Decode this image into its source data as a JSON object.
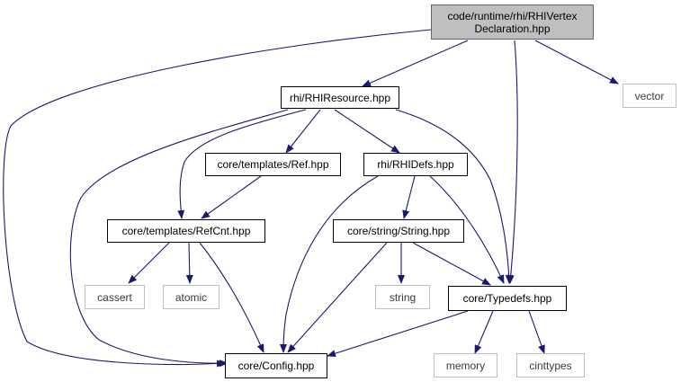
{
  "colors": {
    "edge": "#191970",
    "root_fill": "#bfbfbf",
    "external_border": "#bfbfbf",
    "node_border": "#000000"
  },
  "nodes": {
    "root": {
      "line1": "code/runtime/rhi/RHIVertex",
      "line2": "Declaration.hpp"
    },
    "rhiresource": {
      "label": "rhi/RHIResource.hpp"
    },
    "vector": {
      "label": "vector"
    },
    "ref": {
      "label": "core/templates/Ref.hpp"
    },
    "rhidefs": {
      "label": "rhi/RHIDefs.hpp"
    },
    "refcnt": {
      "label": "core/templates/RefCnt.hpp"
    },
    "string_hpp": {
      "label": "core/string/String.hpp"
    },
    "cassert": {
      "label": "cassert"
    },
    "atomic": {
      "label": "atomic"
    },
    "string": {
      "label": "string"
    },
    "typedefs": {
      "label": "core/Typedefs.hpp"
    },
    "config": {
      "label": "core/Config.hpp"
    },
    "memory": {
      "label": "memory"
    },
    "cinttypes": {
      "label": "cinttypes"
    }
  }
}
